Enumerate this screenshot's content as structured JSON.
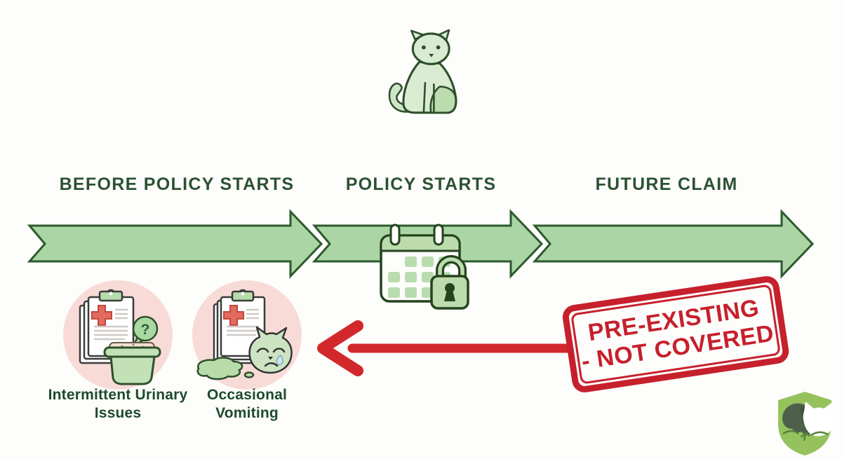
{
  "palette": {
    "background": "#fdfdfb",
    "arrow_fill": "#abd5a4",
    "arrow_stroke": "#2c5a2e",
    "heading_green": "#2c5133",
    "label_green": "#1d4a2d",
    "stamp_red": "#c6202c",
    "red_arrow": "#d2282b",
    "condition_circle_pink": "#f8dbd7",
    "icon_light_green": "#bcdcae",
    "logo_shield_green": "#95c25d"
  },
  "header": {
    "cat_icon": "sitting-cat-icon"
  },
  "timeline": {
    "stages": [
      {
        "id": "before-policy",
        "label": "BEFORE POLICY STARTS"
      },
      {
        "id": "policy-starts",
        "label": "POLICY STARTS"
      },
      {
        "id": "future-claim",
        "label": "FUTURE CLAIM"
      }
    ],
    "policy_start_marker_icon": "calendar-lock-icon"
  },
  "conditions": {
    "items": [
      {
        "label": "Intermittent Urinary Issues",
        "icon": "medical-record-litter-box-icon",
        "bubble_symbol": "?"
      },
      {
        "label": "Occasional Vomiting",
        "icon": "medical-record-sick-cat-icon"
      }
    ]
  },
  "stamp": {
    "line1": "PRE-EXISTING",
    "line2": "- NOT COVERED"
  },
  "back_arrow_icon": "red-left-arrow-icon",
  "logo_icon": "shield-dog-cat-logo"
}
